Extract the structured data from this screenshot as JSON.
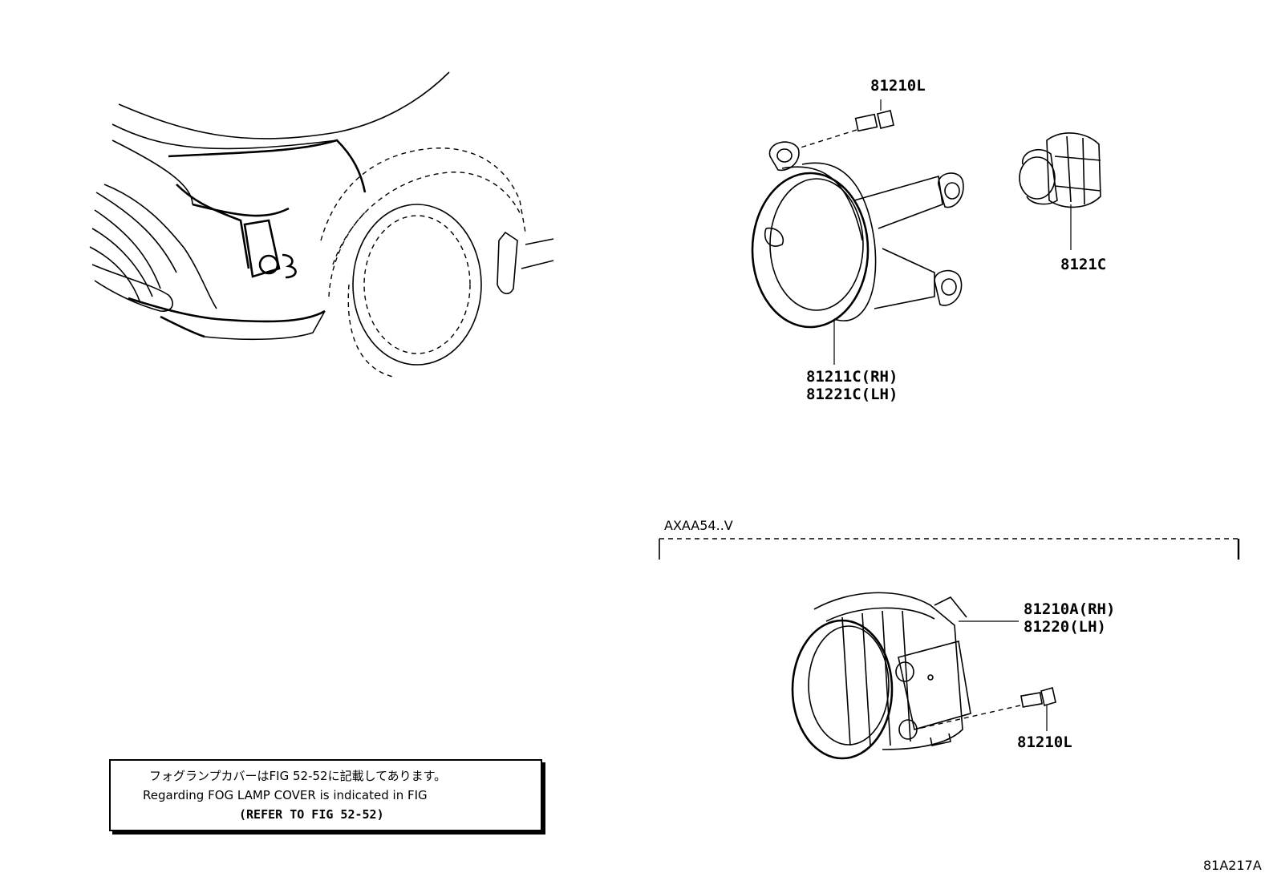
{
  "parts": {
    "bolt_top": "81210L",
    "bulb_socket": "8121C",
    "lamp_rh": "81211C(RH)",
    "lamp_lh": "81221C(LH)",
    "led_lamp_rh": "81210A(RH)",
    "led_lamp_lh": "81220(LH)",
    "bolt_bottom": "81210L"
  },
  "variant_label": "AXAA54..V",
  "note": {
    "jp": "フォグランプカバーはFIG 52-52に記載してあります。",
    "en": "Regarding FOG LAMP COVER is indicated in FIG",
    "ref": "(REFER TO FIG 52-52)"
  },
  "figure_id": "81A217A"
}
